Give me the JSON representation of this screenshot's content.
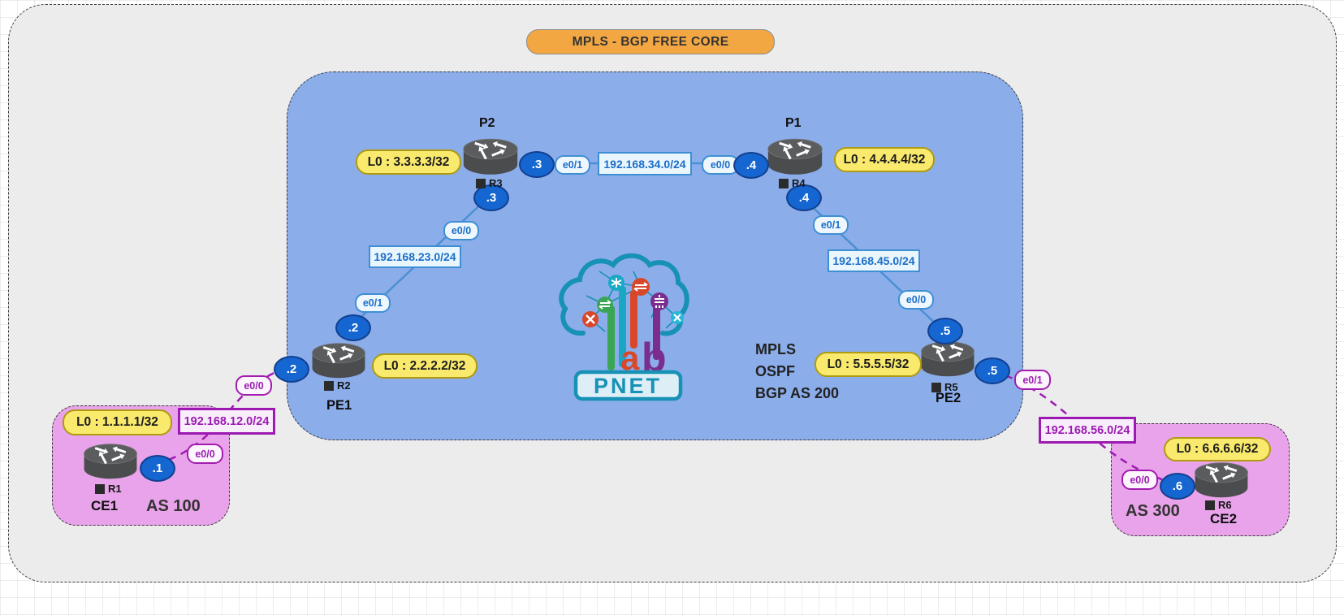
{
  "banner": {
    "label": "MPLS - BGP FREE CORE"
  },
  "core_region": {
    "protocols": [
      "MPLS",
      "OSPF",
      "BGP AS 200"
    ]
  },
  "logo": {
    "name": "PNET",
    "lab_a": "a",
    "lab_b": "b"
  },
  "nodes": {
    "p2": {
      "name": "P2",
      "device": "R3",
      "loopback": "L0 : 3.3.3.3/32"
    },
    "p1": {
      "name": "P1",
      "device": "R4",
      "loopback": "L0 : 4.4.4.4/32"
    },
    "pe1": {
      "name": "PE1",
      "device": "R2",
      "loopback": "L0 : 2.2.2.2/32"
    },
    "pe2": {
      "name": "PE2",
      "device": "R5",
      "loopback": "L0 : 5.5.5.5/32"
    },
    "ce1": {
      "name": "CE1",
      "device": "R1",
      "loopback": "L0 : 1.1.1.1/32",
      "as": "AS 100"
    },
    "ce2": {
      "name": "CE2",
      "device": "R6",
      "loopback": "L0 : 6.6.6.6/32",
      "as": "AS 300"
    }
  },
  "links": {
    "p2_p1": {
      "subnet": "192.168.34.0/24",
      "a_ip": ".3",
      "a_if": "e0/1",
      "b_if": "e0/0",
      "b_ip": ".4"
    },
    "pe1_p2": {
      "subnet": "192.168.23.0/24",
      "a_ip": ".2",
      "a_if": "e0/1",
      "b_if": "e0/0",
      "b_ip": ".3"
    },
    "p1_pe2": {
      "subnet": "192.168.45.0/24",
      "a_ip": ".4",
      "a_if": "e0/1",
      "b_if": "e0/0",
      "b_ip": ".5"
    },
    "ce1_pe1": {
      "subnet": "192.168.12.0/24",
      "a_ip": ".1",
      "a_if": "e0/0",
      "b_if": "e0/0",
      "b_ip": ".2"
    },
    "pe2_ce2": {
      "subnet": "192.168.56.0/24",
      "a_ip": ".5",
      "a_if": "e0/1",
      "b_if": "e0/0",
      "b_ip": ".6"
    }
  },
  "colors": {
    "banner_orange": "#f2a742",
    "core_blue": "#8badea",
    "site_pink": "#e9a3ea",
    "link_blue": "#4a90d2",
    "link_purple": "#a01ab4",
    "loopback_yellow": "#f9e96d",
    "ip_dot_blue": "#1566d0"
  }
}
